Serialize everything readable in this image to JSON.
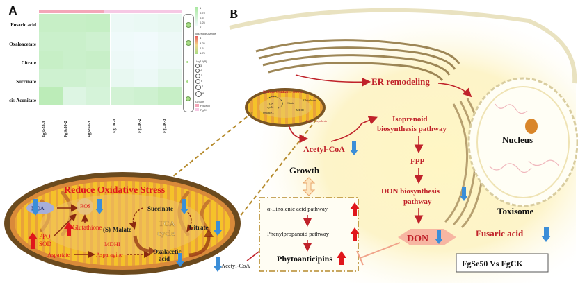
{
  "panels": {
    "a": "A",
    "b": "B"
  },
  "heatmap": {
    "rows": [
      "Fusaric acid",
      "Oxaloacetate",
      "Citrate",
      "Succinate",
      "cis-Aconitate"
    ],
    "columns": [
      "FgSe50-1",
      "FgSe50-2",
      "FgSe50-3",
      "FgCK-1",
      "FgCK-2",
      "FgCK-3"
    ],
    "values": [
      [
        0.6,
        0.6,
        0.62,
        0.1,
        0.12,
        0.15
      ],
      [
        0.55,
        0.55,
        0.5,
        0.05,
        0.03,
        0.08
      ],
      [
        0.6,
        0.55,
        0.58,
        0.08,
        0.05,
        0.1
      ],
      [
        0.5,
        0.5,
        0.45,
        0.15,
        0.1,
        0.2
      ],
      [
        0.75,
        0.3,
        0.4,
        0.45,
        0.5,
        0.6
      ]
    ],
    "colors": {
      "low": "#f3fbff",
      "high": "#a9e7a0"
    },
    "legend": {
      "scale_ticks": [
        "1",
        "0.75",
        "0.5",
        "0.25",
        "0"
      ],
      "logfc_title": "log2FoldChange",
      "logfc_ticks": [
        "4",
        "3.25",
        "2.5",
        "1.75"
      ],
      "logp_title": "-log10(P)",
      "logp_ticks": [
        "3",
        "4",
        "5",
        "6",
        "7",
        "8"
      ],
      "group_title": "Groups",
      "groups": [
        {
          "name": "FgSe50",
          "color": "#f4a6b8"
        },
        {
          "name": "FgCK",
          "color": "#f6c8e4"
        }
      ]
    }
  },
  "mito_big": {
    "title": "Reduce Oxidative Stress",
    "labels": {
      "mda": "MDA",
      "ros": "ROS",
      "glutathione": "Glutathione",
      "ppo": "PPO",
      "sod": "SOD",
      "malate": "(S)-Malate",
      "mdhi": "MDHI",
      "succinate": "Succinate",
      "tca": "TCA",
      "cycle": "cycle",
      "citrate": "Citrate",
      "oxalacetic": "Oxalacetic",
      "acid": "acid",
      "aspartate": "Aspartate",
      "asparagine": "Asparagine"
    },
    "acetyl": "Acetyl-CoA"
  },
  "mito_small": {
    "title": "Reduce Oxidative Stress",
    "labels": [
      "TCA",
      "cycle",
      "Oxalace...",
      "Citrate",
      "MDHI",
      "Glutathione",
      "Lysine biosynthesis"
    ]
  },
  "flow": {
    "acetyl_coa": "Acetyl-CoA",
    "growth": "Growth",
    "box": [
      "α-Linolenic acid pathway",
      "Phenylpropanoid pathway",
      "Phytoanticipins"
    ],
    "er_remodeling": "ER remodeling",
    "isoprenoid": [
      "Isoprenoid",
      "biosynthesis pathway"
    ],
    "fpp": "FPP",
    "don_pathway": [
      "DON biosynthesis",
      "pathway"
    ],
    "don": "DON",
    "nucleus": "Nucleus",
    "toxisome": "Toxisome",
    "fusaric": "Fusaric acid",
    "compare": "FgSe50 Vs FgCK"
  },
  "colors": {
    "red": "#c0222a",
    "up": "#e0161b",
    "down": "#3b8ed8",
    "mito_fill": "#f5c22a",
    "mito_outer": "#6b4a1e",
    "golgi": "#b7a070",
    "dashed": "#b58a2c"
  }
}
